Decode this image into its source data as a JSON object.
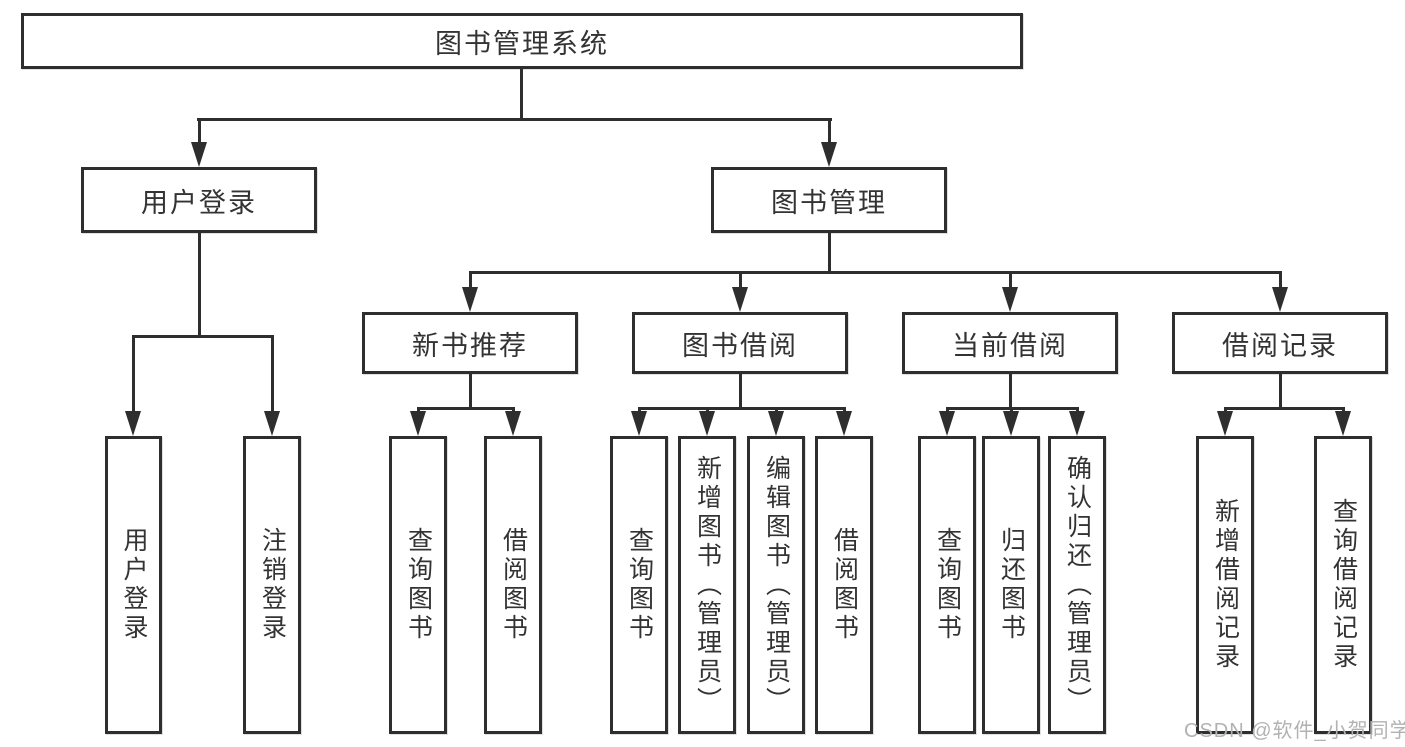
{
  "colors": {
    "background": "#ffffff",
    "line": "#2e2e2e",
    "text": "#333333",
    "watermark_text_color": "#b2b2b2"
  },
  "watermark": {
    "text": "CSDN @软件_小贺同学"
  },
  "tree": {
    "root": {
      "label": "图书管理系统"
    },
    "children": [
      {
        "label": "用户登录",
        "children": [
          {
            "label": "用户登录"
          },
          {
            "label": "注销登录"
          }
        ]
      },
      {
        "label": "图书管理",
        "children": [
          {
            "label": "新书推荐",
            "children": [
              {
                "label": "查询图书"
              },
              {
                "label": "借阅图书"
              }
            ]
          },
          {
            "label": "图书借阅",
            "children": [
              {
                "label": "查询图书"
              },
              {
                "label": "新增图书（管理员）"
              },
              {
                "label": "编辑图书（管理员）"
              },
              {
                "label": "借阅图书"
              }
            ]
          },
          {
            "label": "当前借阅",
            "children": [
              {
                "label": "查询图书"
              },
              {
                "label": "归还图书"
              },
              {
                "label": "确认归还（管理员）"
              }
            ]
          },
          {
            "label": "借阅记录",
            "children": [
              {
                "label": "新增借阅记录"
              },
              {
                "label": "查询借阅记录"
              }
            ]
          }
        ]
      }
    ]
  }
}
